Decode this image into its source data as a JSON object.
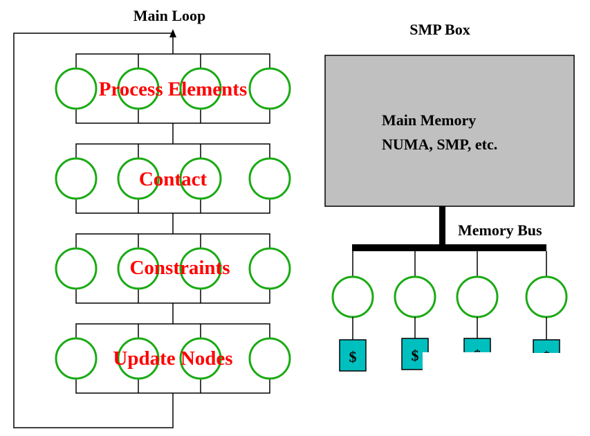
{
  "colors": {
    "node_stroke": "#1aaa14",
    "stage_label": "#ff0000",
    "memory_box_fill": "#c0c0c0",
    "cache_fill": "#00bfbf",
    "line": "#000000"
  },
  "main_loop": {
    "label": "Main Loop",
    "stages": [
      {
        "label": "Process Elements",
        "nodes": 4
      },
      {
        "label": "Contact",
        "nodes": 4
      },
      {
        "label": "Constraints",
        "nodes": 4
      },
      {
        "label": "Update Nodes",
        "nodes": 4
      }
    ]
  },
  "smp_box": {
    "title": "SMP Box",
    "memory_line1": "Main Memory",
    "memory_line2": "NUMA, SMP, etc.",
    "bus_label": "Memory Bus",
    "processors": [
      {
        "cache_label": "$"
      },
      {
        "cache_label": "$"
      },
      {
        "cache_label": "$"
      },
      {
        "cache_label": "$"
      }
    ]
  }
}
